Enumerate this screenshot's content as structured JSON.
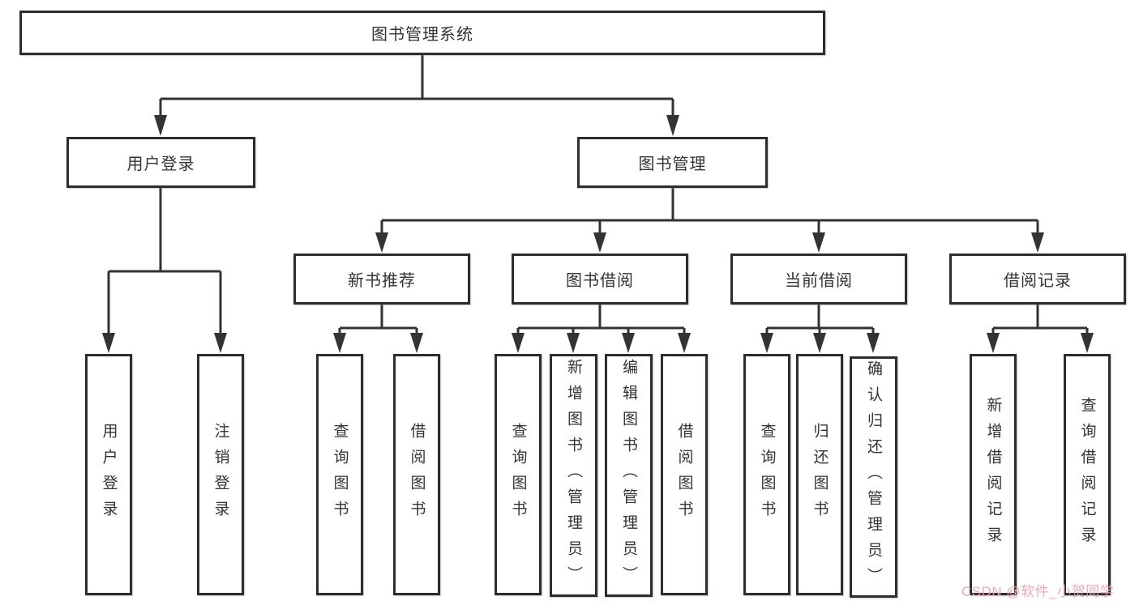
{
  "diagram": {
    "root": {
      "label": "图书管理系统"
    },
    "branches": [
      {
        "label": "用户登录",
        "children": [
          {
            "label": "用户登录"
          },
          {
            "label": "注销登录"
          }
        ]
      },
      {
        "label": "图书管理",
        "children": [
          {
            "label": "新书推荐",
            "children": [
              {
                "label": "查询图书"
              },
              {
                "label": "借阅图书"
              }
            ]
          },
          {
            "label": "图书借阅",
            "children": [
              {
                "label": "查询图书"
              },
              {
                "label": "新增图书（管理员）"
              },
              {
                "label": "编辑图书（管理员）"
              },
              {
                "label": "借阅图书"
              }
            ]
          },
          {
            "label": "当前借阅",
            "children": [
              {
                "label": "查询图书"
              },
              {
                "label": "归还图书"
              },
              {
                "label": "确认归还（管理员）"
              }
            ]
          },
          {
            "label": "借阅记录",
            "children": [
              {
                "label": "新增借阅记录"
              },
              {
                "label": "查询借阅记录"
              }
            ]
          }
        ]
      }
    ]
  },
  "watermark": {
    "text": "CSDN @软件_小贺同学",
    "color": "#F2A1AD"
  },
  "colors": {
    "line": "#333333",
    "box_border": "#2d2d2d",
    "text": "#333333",
    "background": "#ffffff"
  }
}
